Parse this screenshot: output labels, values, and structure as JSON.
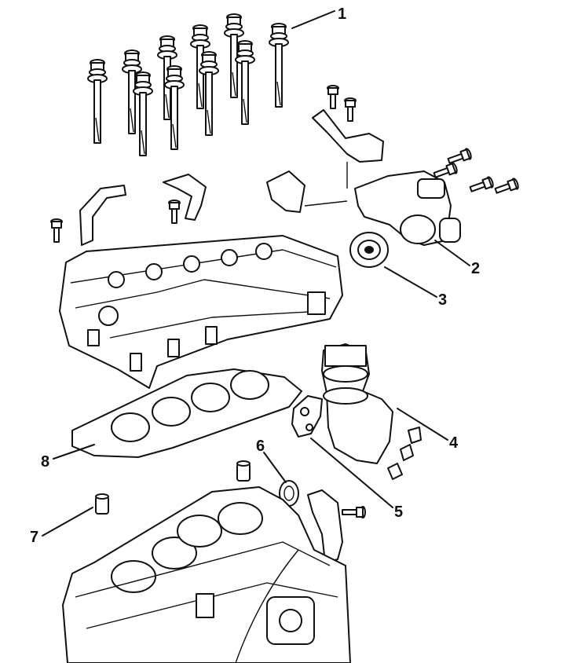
{
  "callouts": [
    {
      "id": "1",
      "text": "1"
    },
    {
      "id": "2",
      "text": "2"
    },
    {
      "id": "3",
      "text": "3"
    },
    {
      "id": "4",
      "text": "4"
    },
    {
      "id": "5",
      "text": "5"
    },
    {
      "id": "6",
      "text": "6"
    },
    {
      "id": "7",
      "text": "7"
    },
    {
      "id": "8",
      "text": "8"
    }
  ],
  "colors": {
    "ink": "#111111",
    "background": "#ffffff"
  }
}
